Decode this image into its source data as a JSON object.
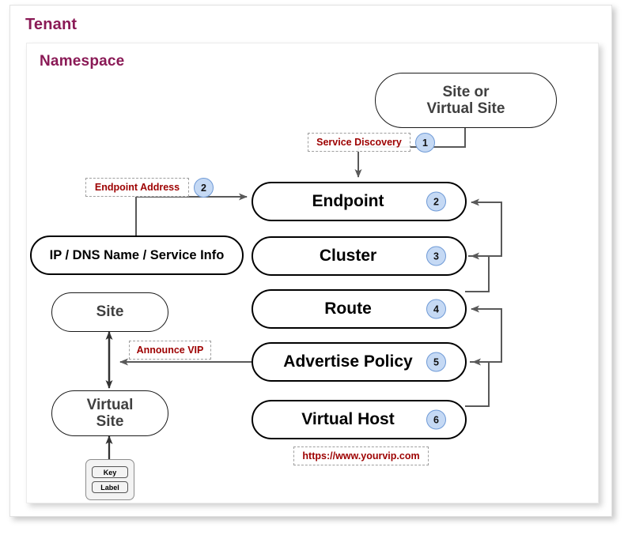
{
  "diagram": {
    "title": "Tenant",
    "subtitle": "Namespace",
    "accent_color": "#8a1a56",
    "tag_text_color": "#9d0000",
    "badge_fill": "#c5d9f4",
    "badge_border": "#6f9ad6",
    "connector_color": "#595959"
  },
  "nodes": {
    "site_or_virtual_site": {
      "label": "Site or\nVirtual Site",
      "line1": "Site or",
      "line2": "Virtual Site"
    },
    "endpoint": {
      "label": "Endpoint",
      "badge": "2"
    },
    "cluster": {
      "label": "Cluster",
      "badge": "3"
    },
    "route": {
      "label": "Route",
      "badge": "4"
    },
    "advertise_policy": {
      "label": "Advertise Policy",
      "badge": "5"
    },
    "virtual_host": {
      "label": "Virtual Host",
      "badge": "6"
    },
    "ip_dns": {
      "label": "IP / DNS Name / Service Info"
    },
    "site": {
      "label": "Site"
    },
    "virtual_site": {
      "line1": "Virtual",
      "line2": "Site"
    }
  },
  "tags": {
    "service_discovery": {
      "text": "Service Discovery",
      "badge": "1"
    },
    "endpoint_address": {
      "text": "Endpoint Address",
      "badge": "2"
    },
    "announce_vip": {
      "text": "Announce VIP"
    },
    "vip_url": {
      "text": "https://www.yourvip.com"
    }
  },
  "legend": {
    "key": "Key",
    "label": "Label"
  }
}
